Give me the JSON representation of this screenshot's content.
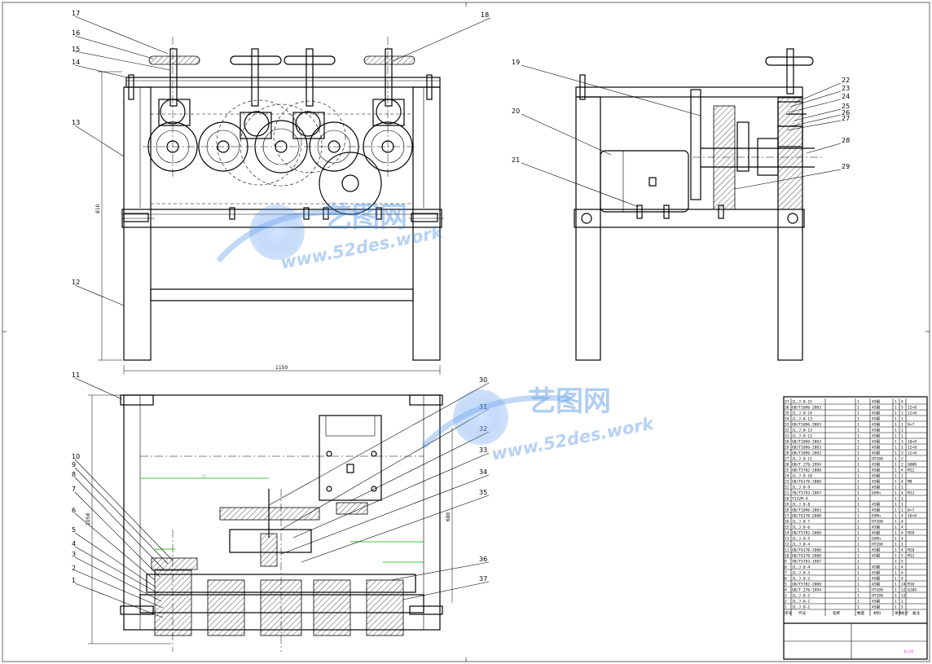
{
  "callouts_front": [
    "17",
    "16",
    "15",
    "14",
    "13",
    "12",
    "18"
  ],
  "callouts_side": [
    "19",
    "20",
    "21",
    "22",
    "23",
    "24",
    "25",
    "26",
    "27",
    "28",
    "29"
  ],
  "callouts_plan": [
    "11",
    "10",
    "9",
    "8",
    "7",
    "6",
    "5",
    "4",
    "3",
    "2",
    "1",
    "30",
    "31",
    "32",
    "33",
    "34",
    "35",
    "36",
    "37"
  ],
  "dims": {
    "width": "1150",
    "height": "810",
    "plan_depth": "1058",
    "plan_right": "680"
  },
  "watermark": {
    "brand": "艺图网",
    "url": "www.52des.work"
  },
  "bom": {
    "rows": [
      [
        "37",
        "JL.J.0-15",
        "",
        "1",
        "45钢",
        "1",
        "4",
        ""
      ],
      [
        "36",
        "GB/T1096-2003",
        "",
        "1",
        "45钢",
        "1",
        "5",
        "12×8"
      ],
      [
        "35",
        "JL.J.0-14",
        "",
        "1",
        "45钢",
        "1",
        "1",
        "12×8"
      ],
      [
        "34",
        "JL.J.0-13",
        "",
        "1",
        "45钢",
        "1",
        "1",
        ""
      ],
      [
        "33",
        "GB/T1096-2003",
        "",
        "1",
        "45钢",
        "1",
        "1",
        "8×7"
      ],
      [
        "32",
        "JL.J.0-13",
        "",
        "1",
        "45钢",
        "1",
        "1",
        ""
      ],
      [
        "31",
        "JL.J.0-12",
        "",
        "1",
        "45钢",
        "1",
        "1",
        ""
      ],
      [
        "30",
        "GB/T1096-2003",
        "",
        "1",
        "45钢",
        "1",
        "3",
        "10×8"
      ],
      [
        "29",
        "GB/T1096-2003",
        "",
        "1",
        "45钢",
        "1",
        "1",
        "12×8"
      ],
      [
        "28",
        "GB/T1096-2003",
        "",
        "1",
        "45钢",
        "1",
        "3",
        "12×8"
      ],
      [
        "27",
        "JL.J.0-11",
        "",
        "1",
        "HT200",
        "1",
        "2",
        ""
      ],
      [
        "26",
        "GB/T 276-1994",
        "",
        "1",
        "45钢",
        "1",
        "2",
        "6008"
      ],
      [
        "25",
        "GB/T5782-2000",
        "",
        "1",
        "45钢",
        "1",
        "4",
        "M12"
      ],
      [
        "24",
        "JL.J.0-10",
        "",
        "1",
        "45钢",
        "1",
        "1",
        ""
      ],
      [
        "23",
        "GB/T6170-2000",
        "",
        "1",
        "45钢",
        "1",
        "4",
        "M8"
      ],
      [
        "22",
        "JL.J.0-9",
        "",
        "1",
        "45钢",
        "1",
        "1",
        ""
      ],
      [
        "21",
        "YB/T5793-1987",
        "",
        "1",
        "65Mn",
        "1",
        "4",
        "M12"
      ],
      [
        "20",
        "Y132M-4",
        "",
        "1",
        "",
        "1",
        "1",
        ""
      ],
      [
        "19",
        "JL.J.0-8",
        "",
        "1",
        "45钢",
        "1",
        "1",
        ""
      ],
      [
        "18",
        "GB/T1096-2003",
        "",
        "1",
        "45钢",
        "1",
        "1",
        "8×7"
      ],
      [
        "17",
        "GB/T6170-2000",
        "",
        "1",
        "65Mn",
        "1",
        "4",
        "10×8"
      ],
      [
        "16",
        "JL.J.0-7",
        "",
        "1",
        "HT200",
        "1",
        "4",
        ""
      ],
      [
        "15",
        "JL.J.0-6",
        "",
        "1",
        "45钢",
        "1",
        "4",
        ""
      ],
      [
        "14",
        "GB/T5782-2000",
        "",
        "1",
        "45钢",
        "1",
        "4",
        "M20"
      ],
      [
        "13",
        "JL.J.0-5",
        "",
        "1",
        "65Mn",
        "1",
        "4",
        ""
      ],
      [
        "12",
        "JL.J.0-4",
        "",
        "1",
        "HT200",
        "1",
        "1",
        ""
      ],
      [
        "11",
        "GB/T6170-2000",
        "",
        "1",
        "45钢",
        "1",
        "4",
        "M20"
      ],
      [
        "10",
        "GB/T6170-2000",
        "",
        "1",
        "45钢",
        "1",
        "5",
        "M12"
      ],
      [
        "9",
        "YB/T5793-1987",
        "",
        "1",
        "",
        "1",
        "5",
        ""
      ],
      [
        "8",
        "JL.J.0-4",
        "",
        "1",
        "45钢",
        "1",
        "4",
        ""
      ],
      [
        "7",
        "JL.J.0-3",
        "",
        "1",
        "45钢",
        "1",
        "4",
        ""
      ],
      [
        "6",
        "JL.J.0-2",
        "",
        "1",
        "45钢",
        "1",
        "4",
        ""
      ],
      [
        "5",
        "GB/T5782-2000",
        "",
        "1",
        "45钢",
        "1",
        "24",
        "M10"
      ],
      [
        "4",
        "GB/T 276-1994",
        "",
        "1",
        "HT200",
        "1",
        "12",
        "6209"
      ],
      [
        "3",
        "JL.J.0-2",
        "",
        "1",
        "HT200",
        "1",
        "12",
        ""
      ],
      [
        "2",
        "JL.J.0-1",
        "",
        "1",
        "45钢",
        "1",
        "1",
        ""
      ],
      [
        "1",
        "JL.J.0-1",
        "",
        "1",
        "45钢",
        "1",
        "5",
        ""
      ]
    ],
    "header": [
      "序号",
      "代号",
      "名称",
      "数量",
      "材料",
      "单件",
      "总计",
      "备注"
    ],
    "drawing_no": "JL.J.0"
  }
}
